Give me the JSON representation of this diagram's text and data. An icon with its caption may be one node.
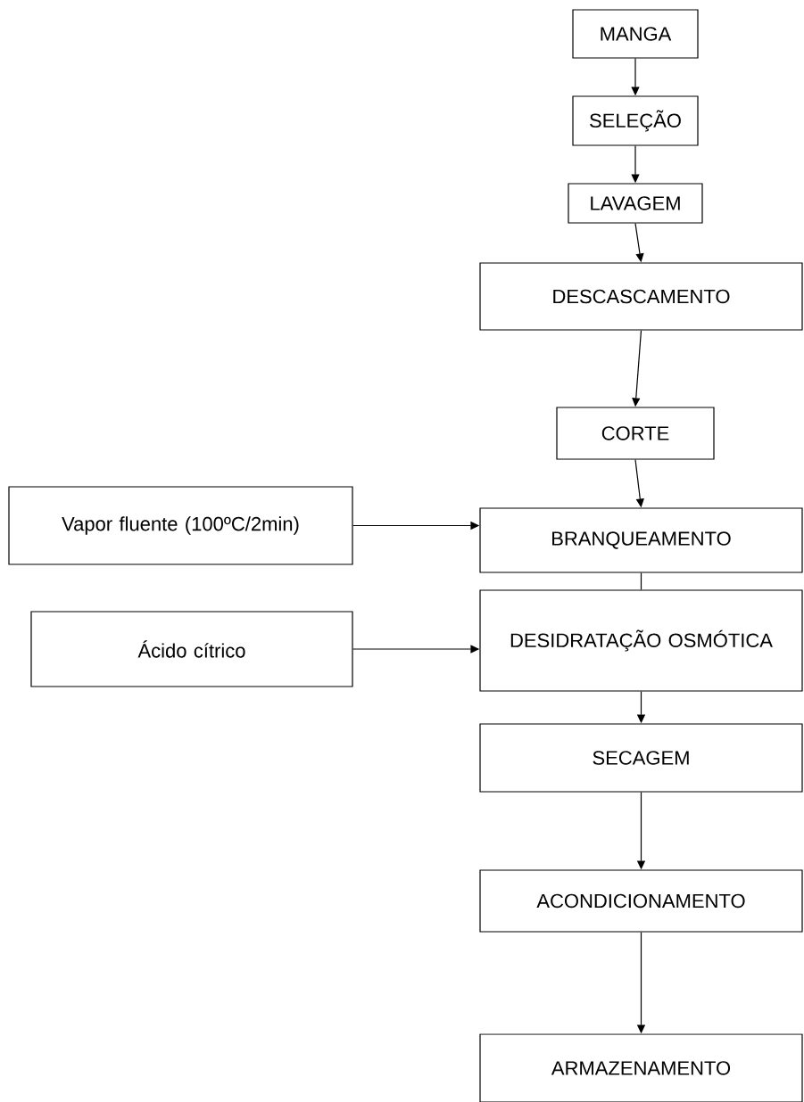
{
  "diagram": {
    "nodes": [
      {
        "text": [
          "MANGA"
        ]
      },
      {
        "text": [
          "SELEÇÃO"
        ]
      },
      {
        "text": [
          "LAVAGEM"
        ]
      },
      {
        "text": [
          "DESCASCAMENTO"
        ]
      },
      {
        "text": [
          "CORTE"
        ]
      },
      {
        "text": [
          "Vapor fluente (100ºC/2min)"
        ]
      },
      {
        "text": [
          "BRANQUEAMENTO"
        ]
      },
      {
        "text": [
          "Ácido cítrico"
        ]
      },
      {
        "text": [
          "DESIDRATAÇÃO OSMÓTICA"
        ]
      },
      {
        "text": [
          "SECAGEM"
        ]
      },
      {
        "text": [
          "ACONDICIONAMENTO"
        ]
      },
      {
        "text": [
          "ARMAZENAMENTO"
        ]
      }
    ],
    "edges": [
      {
        "from": 0,
        "to": 1,
        "arrow": "to"
      },
      {
        "from": 1,
        "to": 2,
        "arrow": "to"
      },
      {
        "from": 2,
        "to": 3,
        "arrow": "to"
      },
      {
        "from": 3,
        "to": 4,
        "arrow": "to"
      },
      {
        "from": 4,
        "to": 6,
        "arrow": "to"
      },
      {
        "from": 5,
        "to": 6,
        "arrow": "to"
      },
      {
        "from": 6,
        "to": 8,
        "arrow": "none"
      },
      {
        "from": 7,
        "to": 8,
        "arrow": "to"
      },
      {
        "from": 8,
        "to": 9,
        "arrow": "to"
      },
      {
        "from": 9,
        "to": 10,
        "arrow": "to"
      },
      {
        "from": 10,
        "to": 11,
        "arrow": "to"
      }
    ]
  }
}
